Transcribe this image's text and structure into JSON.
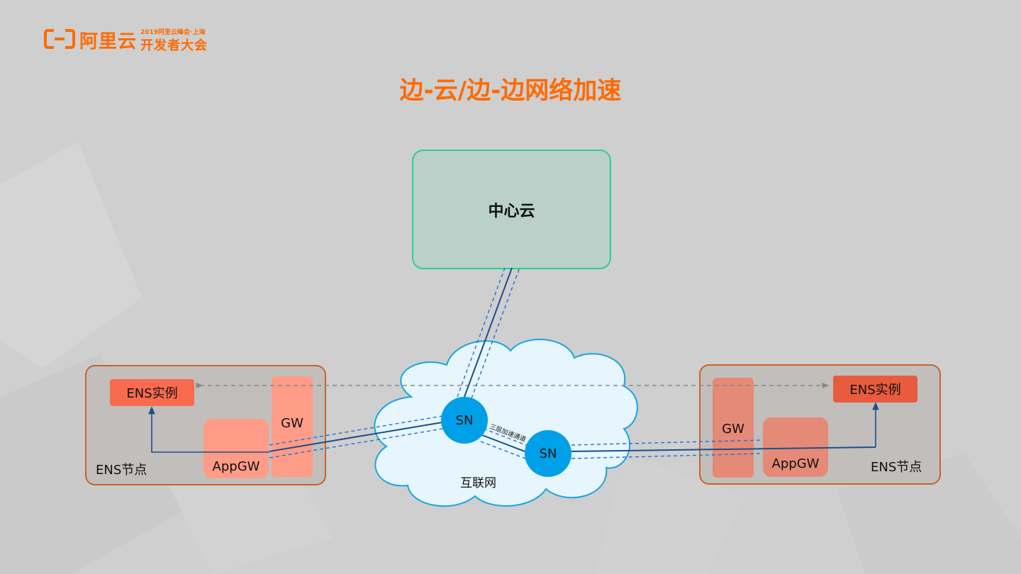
{
  "logo": {
    "brand": "阿里云",
    "conference_small": "2019阿里云峰会·上海",
    "conference_big": "开发者大会"
  },
  "title": "边-云/边-边网络加速",
  "center_cloud": {
    "label": "中心云"
  },
  "internet": {
    "label": "互联网",
    "sn_left": "SN",
    "sn_right": "SN",
    "tunnel_label": "三层加速通道"
  },
  "left_node": {
    "instance": "ENS实例",
    "gw": "GW",
    "appgw": "AppGW",
    "node_label": "ENS节点"
  },
  "right_node": {
    "instance": "ENS实例",
    "gw": "GW",
    "appgw": "AppGW",
    "node_label": "ENS节点"
  },
  "colors": {
    "accent": "#ff6a00",
    "sn": "#00a0e8",
    "line": "#1b4f8c",
    "dash": "#1f6fd6",
    "instance_left": "#f96b4f",
    "instance_right": "#e85b3f",
    "gw_left": "#ff9c87",
    "gw_right": "#e58a77",
    "cloud_fill": "#e6f6fc",
    "cloud_stroke": "#1aa4df"
  }
}
